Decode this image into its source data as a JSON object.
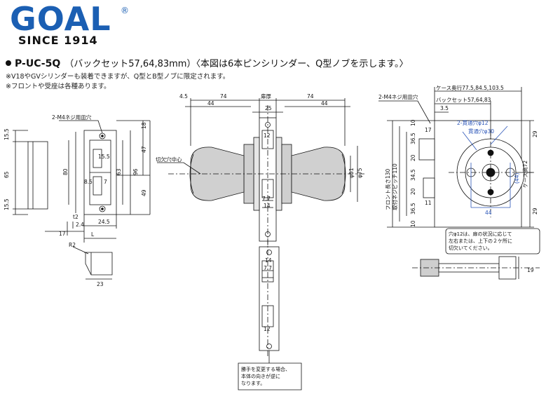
{
  "brand": {
    "name": "GOAL",
    "registered": "®",
    "tagline": "SINCE 1914",
    "color": "#1b5fb3"
  },
  "header": {
    "model": "P-UC-5Q",
    "description": "（バックセット57,64,83mm）〈本図は6本ピンシリンダー、Q型ノブを示します。〉"
  },
  "notes": [
    "※V18やGVシリンダーも装着できますが、Q型とB型ノブに限定されます。",
    "※フロントや受座は各種あります。"
  ],
  "labels": {
    "screw_hole_left": "2-M4ネジ用皿穴",
    "screw_hole_right": "2-M4ネジ用皿穴",
    "cutout_center": "切欠穴中心",
    "door_thickness": "扉厚",
    "case_depth": "ケース奥行77.5,84.5,103.5",
    "backset": "バックセット57,64,83",
    "through_hole_12": "2-貫通穴φ12",
    "through_hole_30": "貫通穴φ30",
    "front_length": "フロント長さ130",
    "mount_pitch": "取付ネジピッチ110",
    "case_height": "ケース高72",
    "hole_note": [
      "穴φ12は、扉の状況に応じて",
      "左右または、上下の２ケ所に",
      "切欠いてください。"
    ],
    "hand_note": [
      "勝手を変更する場合、",
      "本体の向きが逆に",
      "なります。"
    ],
    "r2": "R2",
    "t2": "t2",
    "L": "L"
  },
  "dimensions": {
    "left": [
      "15.5",
      "65",
      "15.5",
      "80",
      "96",
      "63",
      "15.5",
      "8.5",
      "7",
      "18",
      "47",
      "49",
      "2.4",
      "17",
      "24.5",
      "23"
    ],
    "center": [
      "4.5",
      "74",
      "44",
      "25",
      "74",
      "44",
      "12",
      "14",
      "7.7",
      "φ51",
      "φ75",
      "14",
      "7.7",
      "12"
    ],
    "right": [
      "3.5",
      "17",
      "10",
      "36.5",
      "20",
      "34.5",
      "20",
      "36.5",
      "10",
      "29",
      "29",
      "(44)",
      "44",
      "11",
      "19"
    ]
  }
}
